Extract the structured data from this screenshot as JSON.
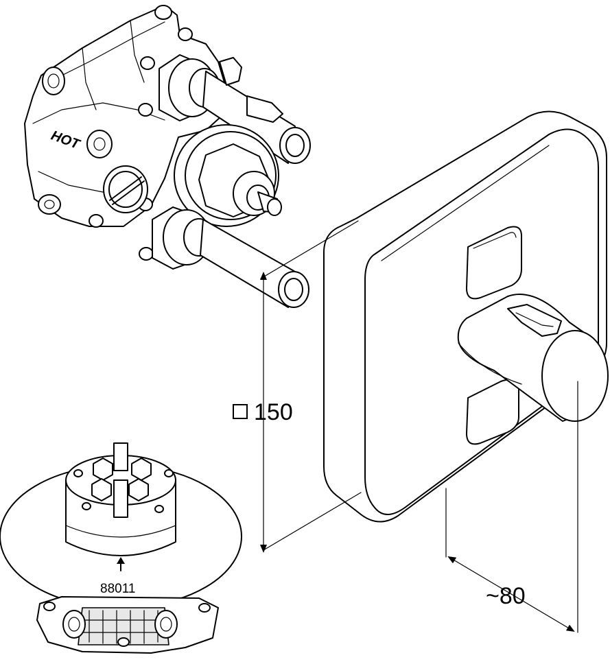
{
  "dimensions": {
    "height_label": "150",
    "depth_label": "~80"
  },
  "parts": {
    "hot_marking": "HOT",
    "part_number": "88011"
  },
  "icons": {
    "square_symbol": "square-dimension-symbol"
  }
}
